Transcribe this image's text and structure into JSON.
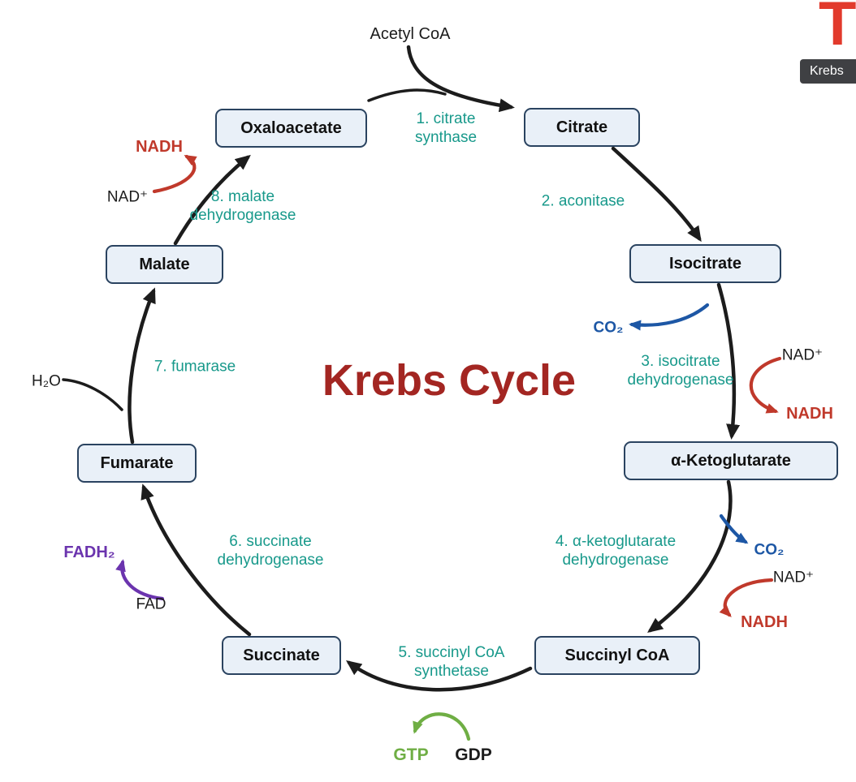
{
  "title": "Krebs Cycle",
  "corner": {
    "logo_text": "T",
    "tooltip_text": "Krebs"
  },
  "metabolites": {
    "oxaloacetate": "Oxaloacetate",
    "citrate": "Citrate",
    "isocitrate": "Isocitrate",
    "alpha_ketoglutarate": "α-Ketoglutarate",
    "succinyl_coa": "Succinyl CoA",
    "succinate": "Succinate",
    "fumarate": "Fumarate",
    "malate": "Malate"
  },
  "enzymes": {
    "step1": "1. citrate\nsynthase",
    "step2": "2. aconitase",
    "step3": "3. isocitrate\ndehydrogenase",
    "step4": "4. α-ketoglutarate\ndehydrogenase",
    "step5": "5. succinyl CoA\nsynthetase",
    "step6": "6. succinate\ndehydrogenase",
    "step7": "7. fumarase",
    "step8": "8. malate\ndehydrogenase"
  },
  "cofactors": {
    "acetyl_coa": "Acetyl CoA",
    "nad_plus": "NAD⁺",
    "nadh": "NADH",
    "co2": "CO₂",
    "h2o": "H₂O",
    "fad": "FAD",
    "fadh2": "FADH₂",
    "gdp": "GDP",
    "gtp": "GTP"
  },
  "reactions": [
    {
      "step": 1,
      "from": "Oxaloacetate",
      "to": "Citrate",
      "enzyme": "citrate synthase",
      "inputs": [
        "Acetyl CoA"
      ],
      "outputs": []
    },
    {
      "step": 2,
      "from": "Citrate",
      "to": "Isocitrate",
      "enzyme": "aconitase",
      "inputs": [],
      "outputs": []
    },
    {
      "step": 3,
      "from": "Isocitrate",
      "to": "α-Ketoglutarate",
      "enzyme": "isocitrate dehydrogenase",
      "inputs": [
        "NAD⁺"
      ],
      "outputs": [
        "CO₂",
        "NADH"
      ]
    },
    {
      "step": 4,
      "from": "α-Ketoglutarate",
      "to": "Succinyl CoA",
      "enzyme": "α-ketoglutarate dehydrogenase",
      "inputs": [
        "NAD⁺"
      ],
      "outputs": [
        "CO₂",
        "NADH"
      ]
    },
    {
      "step": 5,
      "from": "Succinyl CoA",
      "to": "Succinate",
      "enzyme": "succinyl CoA synthetase",
      "inputs": [
        "GDP"
      ],
      "outputs": [
        "GTP"
      ]
    },
    {
      "step": 6,
      "from": "Succinate",
      "to": "Fumarate",
      "enzyme": "succinate dehydrogenase",
      "inputs": [
        "FAD"
      ],
      "outputs": [
        "FADH₂"
      ]
    },
    {
      "step": 7,
      "from": "Fumarate",
      "to": "Malate",
      "enzyme": "fumarase",
      "inputs": [
        "H₂O"
      ],
      "outputs": []
    },
    {
      "step": 8,
      "from": "Malate",
      "to": "Oxaloacetate",
      "enzyme": "malate dehydrogenase",
      "inputs": [
        "NAD⁺"
      ],
      "outputs": [
        "NADH"
      ]
    }
  ],
  "colors": {
    "enzyme_text": "#18998b",
    "nadh_text": "#c0392b",
    "co2_text": "#1d57a5",
    "fadh2_text": "#6b34ae",
    "gtp_text": "#6fae44",
    "title_text": "#a32622",
    "box_fill": "#e9f0f8",
    "box_border": "#2a4360",
    "arrow": "#1c1c1c"
  }
}
